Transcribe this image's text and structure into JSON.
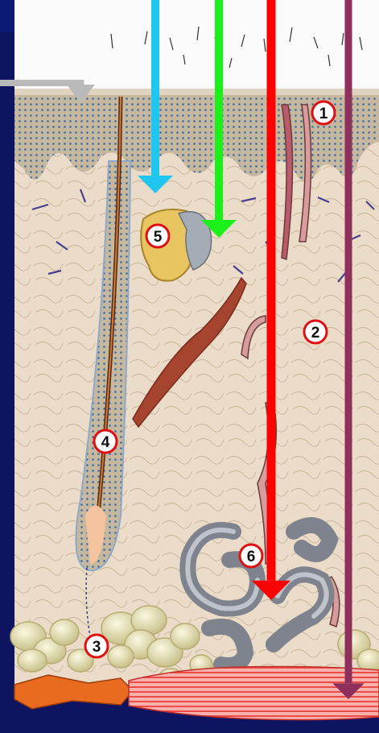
{
  "markers": [
    {
      "id": "marker-1",
      "label": "1"
    },
    {
      "id": "marker-2",
      "label": "2"
    },
    {
      "id": "marker-3",
      "label": "3"
    },
    {
      "id": "marker-4",
      "label": "4"
    },
    {
      "id": "marker-5",
      "label": "5"
    },
    {
      "id": "marker-6",
      "label": "6"
    }
  ],
  "arrows": [
    {
      "id": "arrow-gray",
      "color": "#b9b9b9"
    },
    {
      "id": "arrow-cyan",
      "color": "#1ec6f0"
    },
    {
      "id": "arrow-green",
      "color": "#1bf01b"
    },
    {
      "id": "arrow-red",
      "color": "#ff0000"
    },
    {
      "id": "arrow-purple",
      "color": "#8e2f5c"
    }
  ],
  "colors": {
    "background": "#0e1460",
    "epidermis": "#c2b49a",
    "dermis": "#e9dcc9",
    "fat": "#eeeabf",
    "muscle_orange": "#e86b1f",
    "muscle_red": "#f48a88"
  }
}
